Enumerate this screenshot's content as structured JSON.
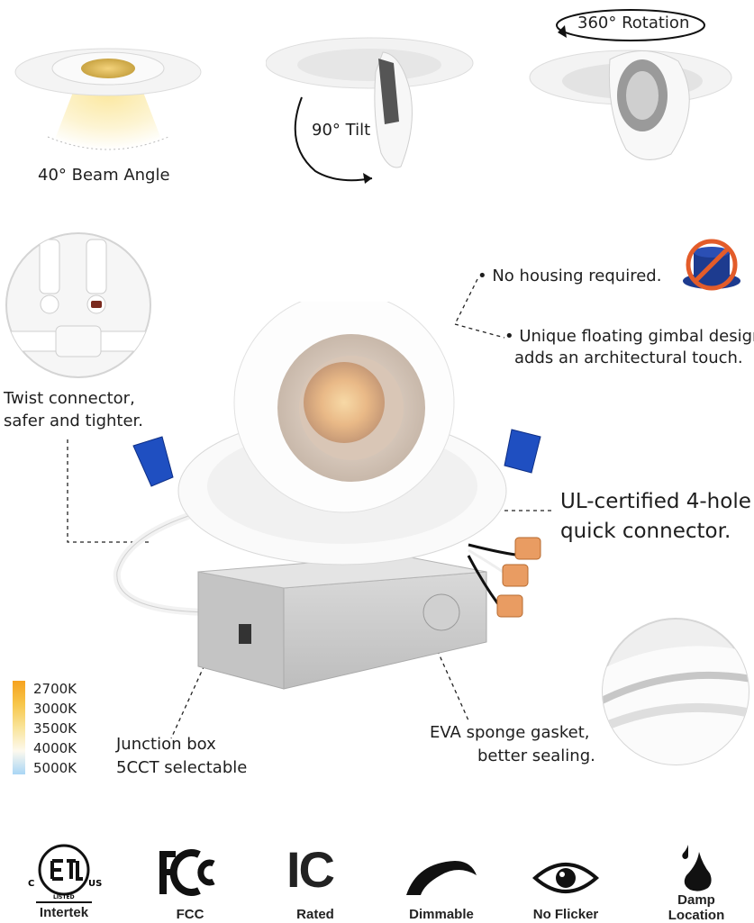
{
  "features": {
    "beam_angle": "40° Beam Angle",
    "tilt": "90° Tilt",
    "rotation": "360° Rotation"
  },
  "callouts": {
    "no_housing": "No housing required.",
    "gimbal_line1": "Unique floating gimbal design",
    "gimbal_line2": "adds an architectural touch.",
    "twist_line1": "Twist connector,",
    "twist_line2": "safer and tighter.",
    "ul_line1": "UL-certified 4-hole",
    "ul_line2": "quick connector.",
    "eva_line1": "EVA sponge gasket,",
    "eva_line2": "better sealing.",
    "jbox_line1": "Junction box",
    "jbox_line2": "5CCT selectable"
  },
  "cct_options": [
    "2700K",
    "3000K",
    "3500K",
    "4000K",
    "5000K"
  ],
  "cct_colors": [
    "#f6a21f",
    "#f7c64a",
    "#f9e49a",
    "#fdf9ee",
    "#a9d6f5"
  ],
  "certifications": [
    {
      "label": "Intertek",
      "icon": "etl-listed-icon",
      "mark_c": "C",
      "mark_us": "US",
      "mark_listed": "LISTED"
    },
    {
      "label": "FCC",
      "icon": "fcc-icon"
    },
    {
      "label": "Rated",
      "icon": "ic-icon",
      "mark": "IC"
    },
    {
      "label": "Dimmable",
      "icon": "dimmable-icon"
    },
    {
      "label": "No Flicker",
      "icon": "eye-icon"
    },
    {
      "label_line1": "Damp",
      "label_line2": "Location",
      "icon": "water-drop-icon"
    }
  ]
}
